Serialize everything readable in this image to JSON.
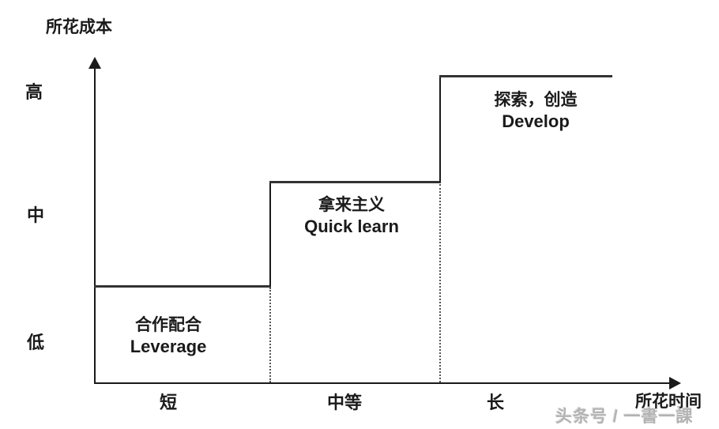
{
  "diagram": {
    "type": "step-diagram",
    "description": "Cost vs time step chart for three learning strategies",
    "axes": {
      "y_title": "所花成本",
      "x_title": "所花时间",
      "y_ticks": [
        "高",
        "中",
        "低"
      ],
      "x_ticks": [
        "短",
        "中等",
        "长"
      ]
    },
    "steps": [
      {
        "label_zh": "合作配合",
        "label_en": "Leverage",
        "cost_level": "低",
        "time_level": "短"
      },
      {
        "label_zh": "拿来主义",
        "label_en": "Quick learn",
        "cost_level": "中",
        "time_level": "中等"
      },
      {
        "label_zh": "探索，创造",
        "label_en": "Develop",
        "cost_level": "高",
        "time_level": "长"
      }
    ],
    "watermark": "头条号 / 一書一課",
    "colors": {
      "axis": "#1a1a1a",
      "step_line": "#333333",
      "guide_dotted": "#555555",
      "text": "#1a1a1a",
      "watermark": "#b3b3b3",
      "background": "#ffffff"
    }
  }
}
